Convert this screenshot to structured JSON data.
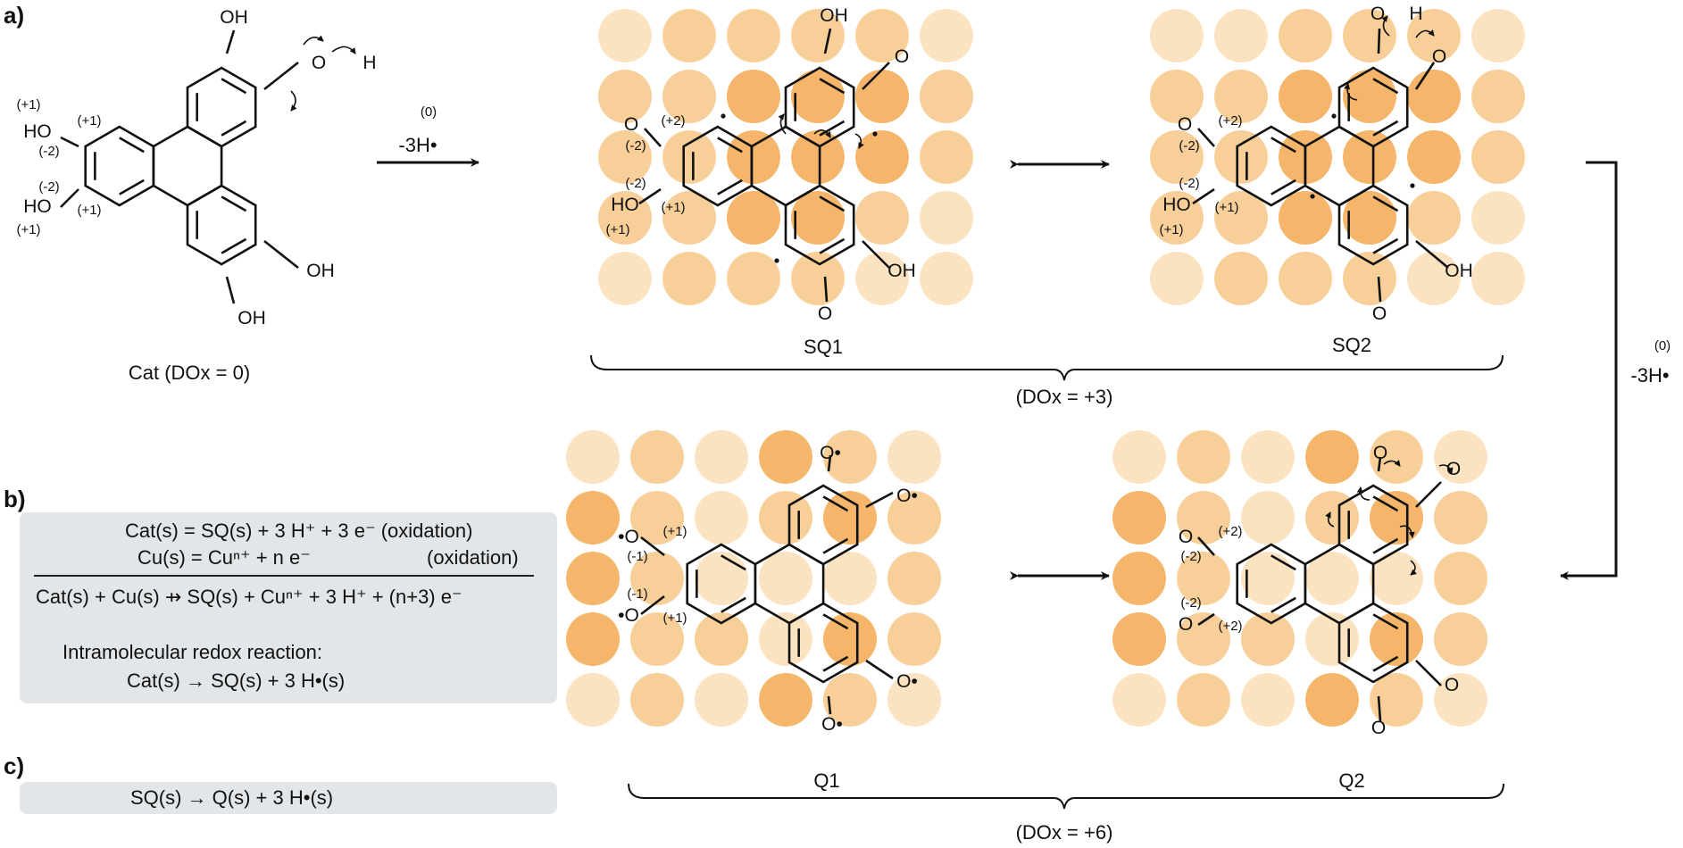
{
  "panels": {
    "a": "a)",
    "b": "b)",
    "c": "c)"
  },
  "colors": {
    "strong": "#f5b56a",
    "medium": "#f8cf98",
    "light": "#fbe3c2",
    "box": "#e3e6e8"
  },
  "cat": {
    "caption": "Cat (DOx = 0)",
    "oh": "OH",
    "ho": "HO",
    "o": "O",
    "h": "H",
    "plus1": "(+1)",
    "minus2": "(-2)"
  },
  "step1": {
    "zero": "(0)",
    "label": "-3H•"
  },
  "step2": {
    "zero": "(0)",
    "label": "-3H•"
  },
  "sq": {
    "sq1": "SQ1",
    "sq2": "SQ2",
    "dox": "(DOx = +3)",
    "oh": "OH",
    "ho": "HO",
    "o": "O",
    "h": "H",
    "plus2": "(+2)",
    "minus2": "(-2)",
    "plus1": "(+1)"
  },
  "q": {
    "q1": "Q1",
    "q2": "Q2",
    "dox": "(DOx = +6)",
    "orad": "O•",
    "radO": "•O",
    "o": "O",
    "plus1": "(+1)",
    "minus1": "(-1)",
    "plus2": "(+2)",
    "minus2": "(-2)"
  },
  "panel_b": {
    "line1": "Cat(s)  =  SQ(s) + 3 H⁺ + 3 e⁻ (oxidation)",
    "line2a": "Cu(s)  =  Cuⁿ⁺ + n e⁻",
    "line2b": "(oxidation)",
    "line3": "Cat(s)  + Cu(s)  ⇸  SQ(s) + Cuⁿ⁺ + 3 H⁺ + (n+3) e⁻",
    "line4": "Intramolecular redox reaction:",
    "line5": "Cat(s)  →  SQ(s) + 3 H•(s)"
  },
  "panel_c": {
    "line1": "SQ(s)  →  Q(s) + 3 H•(s)"
  }
}
